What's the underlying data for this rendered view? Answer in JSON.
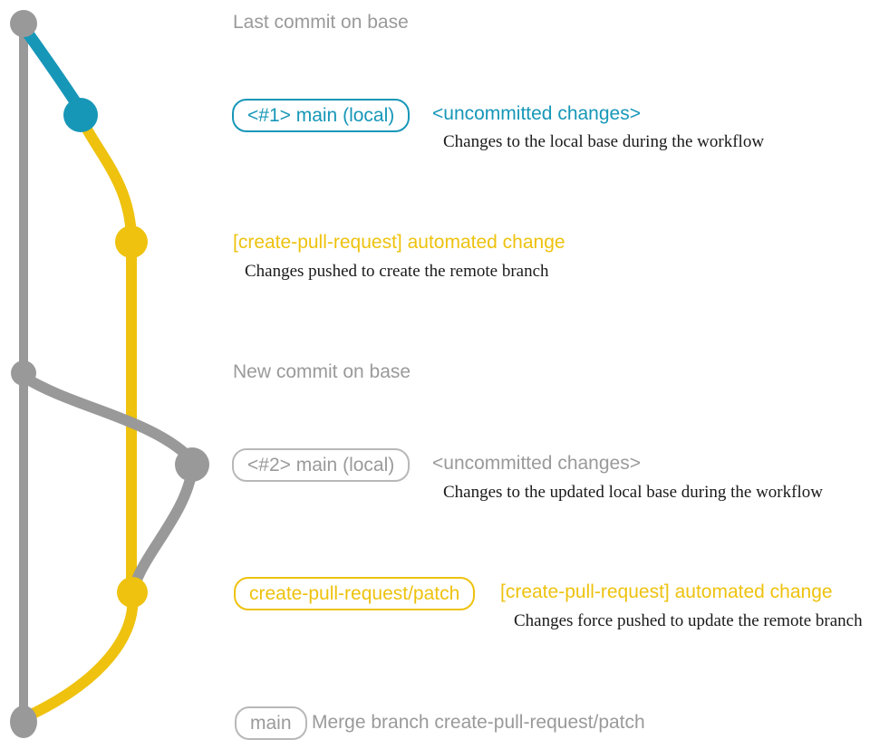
{
  "colors": {
    "base_gray": "#999999",
    "branch_blue": "#1797b8",
    "branch_yellow": "#eec20e",
    "badge_gray_border": "#b8b8b8",
    "heading_gray_text": "#9a9a9a",
    "description_text": "#1a1a1a",
    "background": "#ffffff"
  },
  "graph": {
    "nodes": [
      {
        "name": "last-commit-on-base",
        "color": "gray"
      },
      {
        "name": "main-local-1",
        "color": "blue"
      },
      {
        "name": "create-pull-request-commit",
        "color": "yellow"
      },
      {
        "name": "new-commit-on-base",
        "color": "gray"
      },
      {
        "name": "main-local-2",
        "color": "gray"
      },
      {
        "name": "create-pull-request-patch-commit",
        "color": "yellow"
      },
      {
        "name": "merge-commit-on-base",
        "color": "gray"
      }
    ]
  },
  "annotations": {
    "last_commit": {
      "label": "Last commit on base"
    },
    "workflow1": {
      "badge": "<#1> main (local)",
      "title": "<uncommitted changes>",
      "description": "Changes to the local base during the workflow"
    },
    "push1": {
      "title": "[create-pull-request] automated change",
      "description": "Changes pushed to create the remote branch"
    },
    "new_commit": {
      "label": "New commit on base"
    },
    "workflow2": {
      "badge": "<#2> main (local)",
      "title": "<uncommitted changes>",
      "description": "Changes to the updated local base during the workflow"
    },
    "push2": {
      "badge": "create-pull-request/patch",
      "title": "[create-pull-request] automated change",
      "description": "Changes force pushed to update the remote branch"
    },
    "merge": {
      "badge": "main",
      "label": "Merge branch create-pull-request/patch"
    }
  }
}
